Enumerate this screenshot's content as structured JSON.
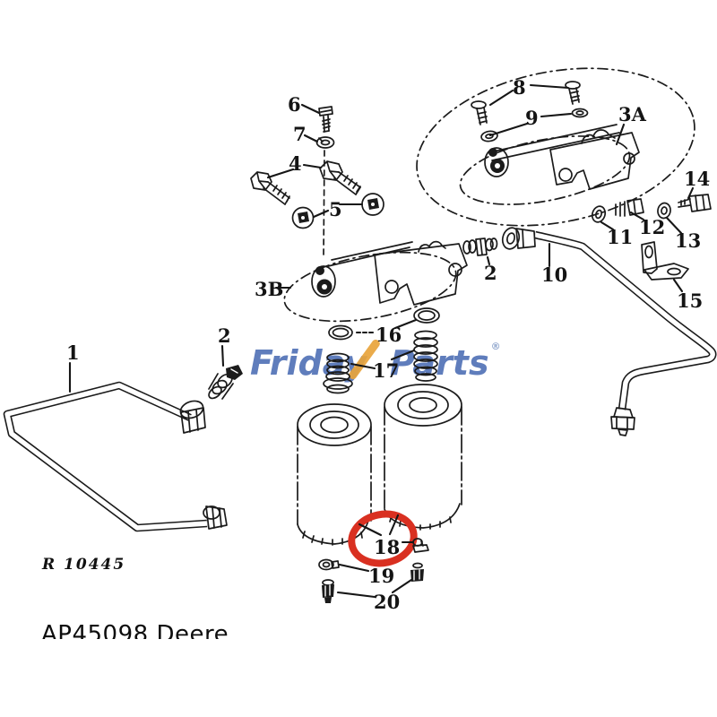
{
  "page": {
    "background": "#ffffff"
  },
  "watermark": {
    "left": "Friday",
    "right": "Parts",
    "registered": "®"
  },
  "footer": {
    "ref_code": "R 10445",
    "caption": "AP45098 Deere"
  },
  "colors": {
    "line": "#1b1b1b",
    "highlight_red": "#d93021",
    "watermark_blue": "#4a6cb3",
    "watermark_orange": "#e8a43c"
  },
  "highlight": {
    "part": "18",
    "shape": "ellipse"
  },
  "callouts": {
    "c1": "1",
    "c2l": "2",
    "c2r": "2",
    "c3a": "3A",
    "c3b": "3B",
    "c4": "4",
    "c5": "5",
    "c6": "6",
    "c7": "7",
    "c8": "8",
    "c9": "9",
    "c10": "10",
    "c11": "11",
    "c12": "12",
    "c13": "13",
    "c14": "14",
    "c15": "15",
    "c16": "16",
    "c17": "17",
    "c18": "18",
    "c19": "19",
    "c20": "20"
  }
}
